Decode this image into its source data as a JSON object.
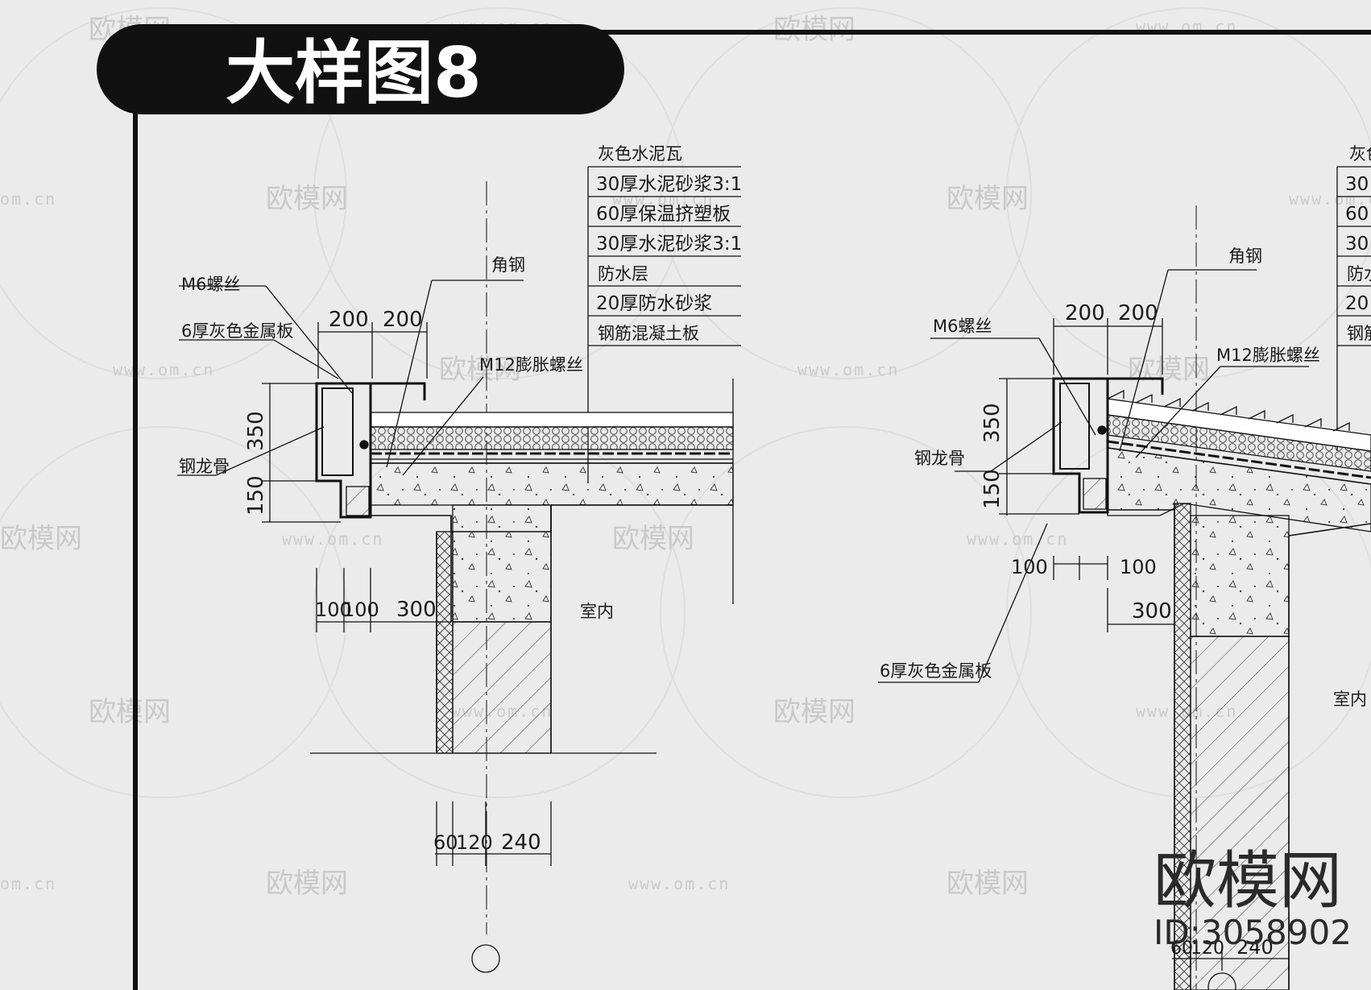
{
  "title": "大样图8",
  "watermark": {
    "brand": "欧模网",
    "url": "www.om.cn",
    "url_short": "om.cn",
    "corner_brand": "欧模网",
    "corner_id": "ID:3058902"
  },
  "left_detail": {
    "layers": [
      "灰色水泥瓦",
      "30厚水泥砂浆3:1",
      "60厚保温挤塑板",
      "30厚水泥砂浆3:1",
      "防水层",
      "20厚防水砂浆",
      "钢筋混凝土板"
    ],
    "labels": {
      "angle_steel": "角钢",
      "m6_screw": "M6螺丝",
      "metal_panel": "6厚灰色金属板",
      "m12_bolt": "M12膨胀螺丝",
      "steel_keel": "钢龙骨",
      "indoor": "室内"
    },
    "dims": {
      "top_a": "200",
      "top_b": "200",
      "v_350": "350",
      "v_150": "150",
      "b_100a": "100",
      "b_100b": "100",
      "b_300": "300",
      "w_60": "60",
      "w_120": "120",
      "w_240": "240"
    }
  },
  "right_detail": {
    "layers_partial": [
      "灰色",
      "30",
      "60",
      "30",
      "防水",
      "20",
      "钢筋"
    ],
    "labels": {
      "angle_steel": "角钢",
      "m6_screw": "M6螺丝",
      "m12_bolt": "M12膨胀螺丝",
      "steel_keel": "钢龙骨",
      "metal_panel": "6厚灰色金属板",
      "indoor": "室内"
    },
    "dims": {
      "top_a": "200",
      "top_b": "200",
      "v_350": "350",
      "v_150": "150",
      "b_100a": "100",
      "b_100b": "100",
      "b_300": "300",
      "w_60": "60",
      "w_120": "120",
      "w_240": "240"
    }
  }
}
